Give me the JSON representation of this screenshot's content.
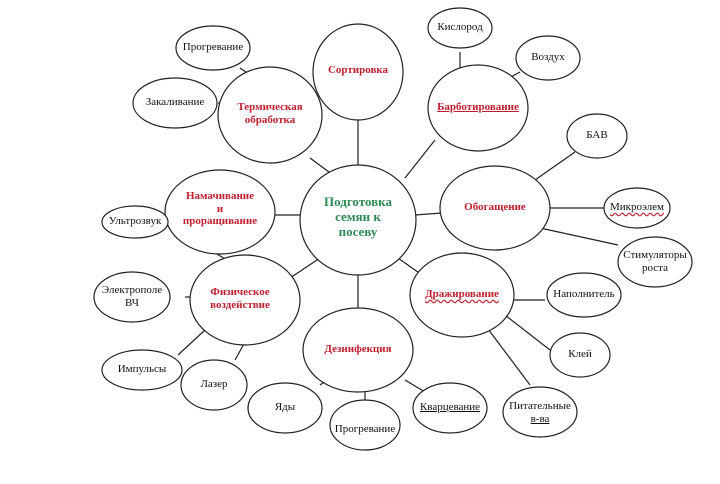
{
  "center": {
    "lines": [
      "Подготовка",
      "семян к",
      "посеву"
    ]
  },
  "branches": {
    "sortirovka": {
      "lines": [
        "Сортировка"
      ]
    },
    "termicheskaya": {
      "lines": [
        "Термическая",
        "обработка"
      ]
    },
    "barbotirovanie": {
      "lines": [
        "Барботирование"
      ]
    },
    "namachivanie": {
      "lines": [
        "Намачивание",
        "и",
        "проращивание"
      ]
    },
    "obogashenie": {
      "lines": [
        "Обогащение"
      ]
    },
    "fizicheskoe": {
      "lines": [
        "Физическое",
        "воздействие"
      ]
    },
    "drazhirovanie": {
      "lines": [
        "Дражирование"
      ]
    },
    "dezinfekciya": {
      "lines": [
        "Дезинфекция"
      ]
    }
  },
  "leaves": {
    "progrevanie_top": {
      "lines": [
        "Прогревание"
      ]
    },
    "zakalivanie": {
      "lines": [
        "Закаливание"
      ]
    },
    "kislorod": {
      "lines": [
        "Кислород"
      ]
    },
    "vozduh": {
      "lines": [
        "Воздух"
      ]
    },
    "bav": {
      "lines": [
        "БАВ"
      ]
    },
    "mikroelem": {
      "lines": [
        "Микроэлем"
      ]
    },
    "stimulyatory": {
      "lines": [
        "Стимуляторы",
        "роста"
      ]
    },
    "ultrazvuk": {
      "lines": [
        "Ультрозвук"
      ]
    },
    "elektropole": {
      "lines": [
        "Электрополе",
        "ВЧ"
      ]
    },
    "impulsy": {
      "lines": [
        "Импульсы"
      ]
    },
    "lazer": {
      "lines": [
        "Лазер"
      ]
    },
    "yady": {
      "lines": [
        "Яды"
      ]
    },
    "progrevanie_bottom": {
      "lines": [
        "Прогревание"
      ]
    },
    "kvarcevanie": {
      "lines": [
        "Кварцевание"
      ]
    },
    "napolnitel": {
      "lines": [
        "Наполнитель"
      ]
    },
    "klei": {
      "lines": [
        "Клей"
      ]
    },
    "pitatelnye": {
      "lines": [
        "Питательные",
        "в-ва"
      ]
    }
  },
  "colors": {
    "stroke": "#222222",
    "center_text": "#2e8b57",
    "branch_text": "#c0202e",
    "leaf_text": "#111111"
  }
}
